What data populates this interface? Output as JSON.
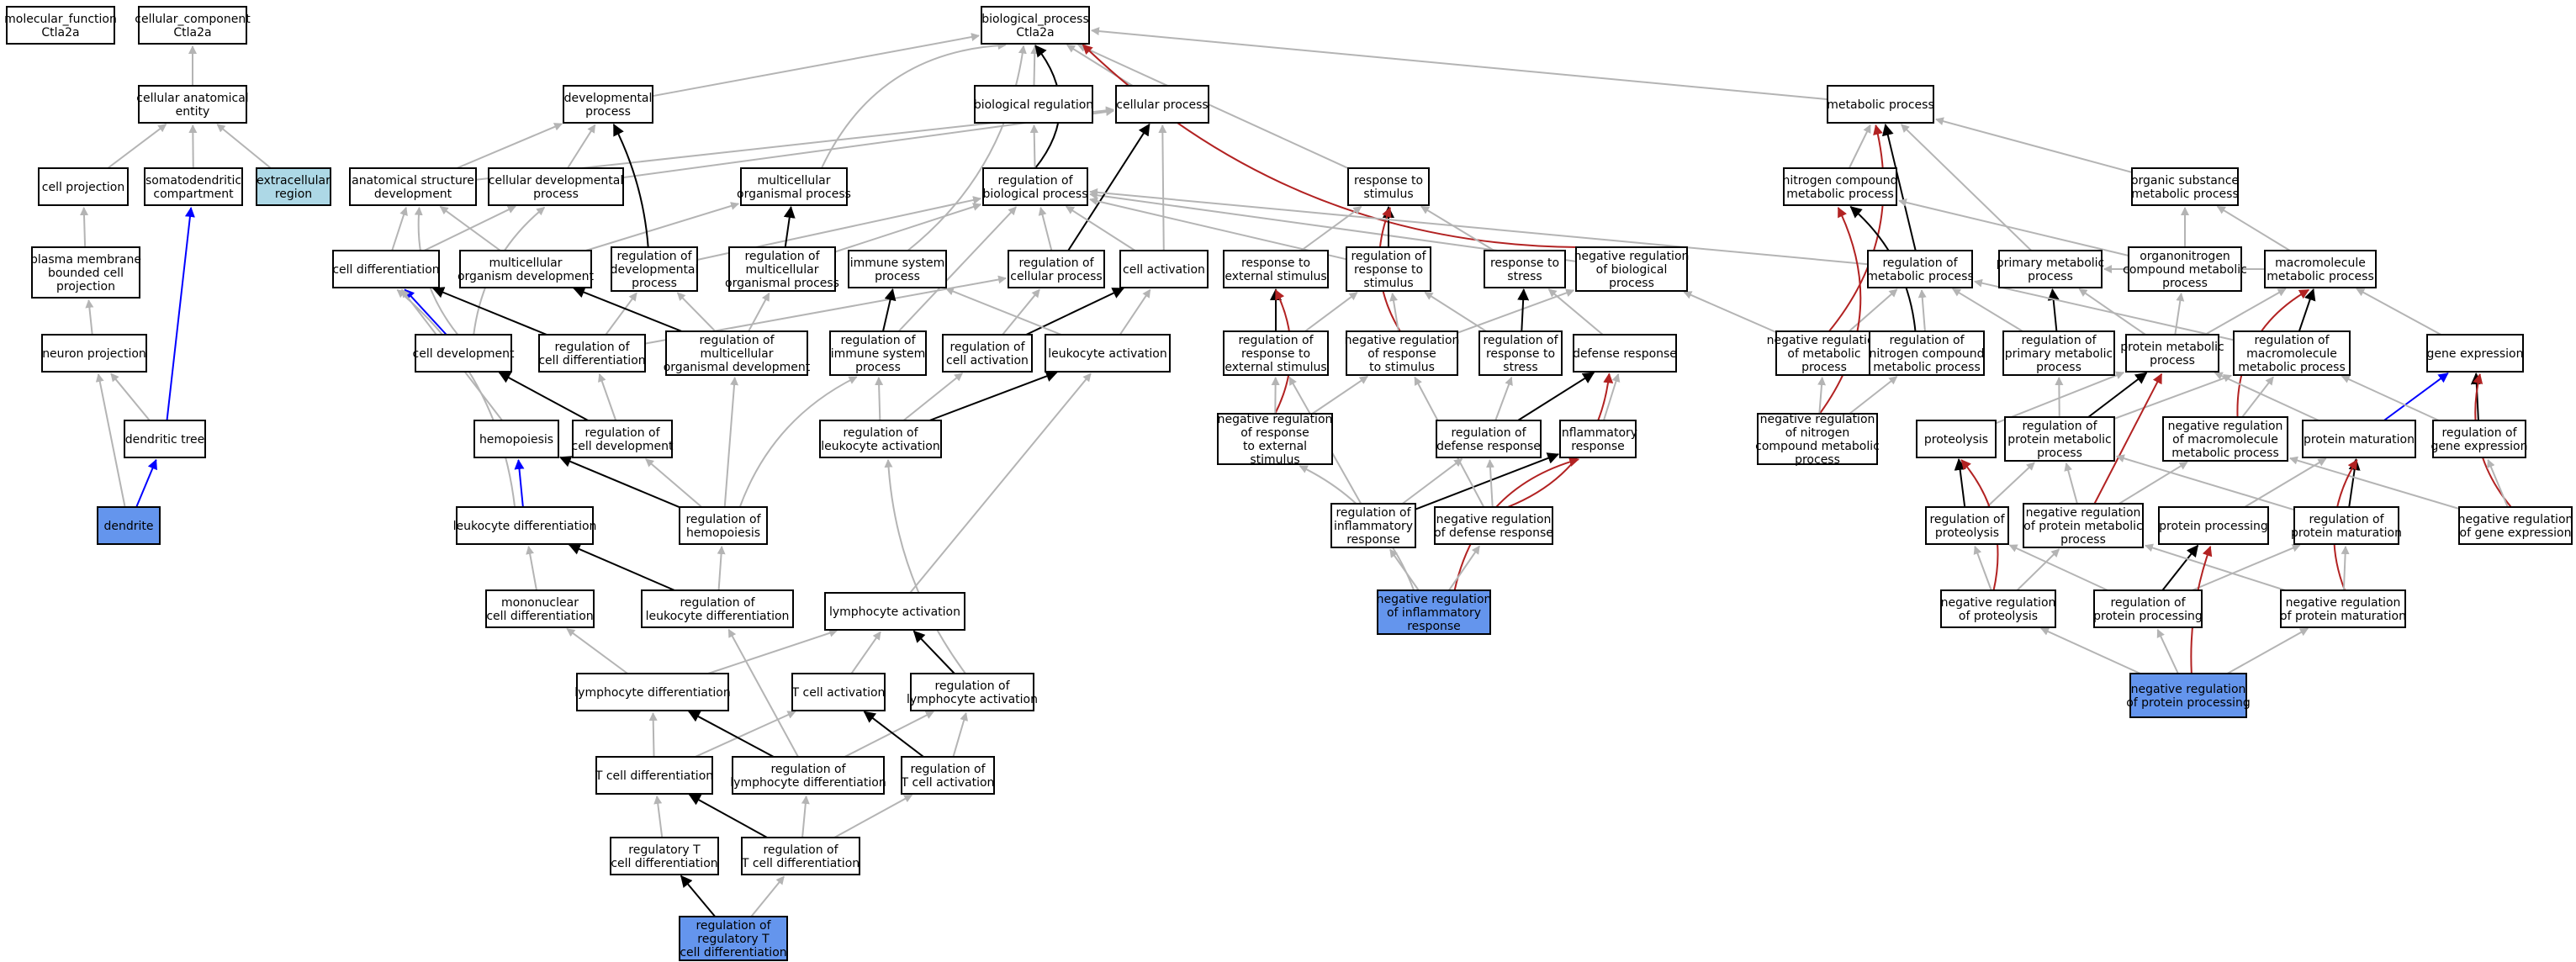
{
  "nodes": {
    "molecular_function": [
      "molecular_function",
      "Ctla2a"
    ],
    "cellular_component": [
      "cellular_component",
      "Ctla2a"
    ],
    "biological_process": [
      "biological_process",
      "Ctla2a"
    ],
    "cellular_anatomical_entity": [
      "cellular anatomical",
      "entity"
    ],
    "cell_projection": [
      "cell projection"
    ],
    "somatodendritic_compartment": [
      "somatodendritic",
      "compartment"
    ],
    "extracellular_region": [
      "extracellular",
      "region"
    ],
    "plasma_membrane_bounded_cell_projection": [
      "plasma membrane",
      "bounded cell",
      "projection"
    ],
    "neuron_projection": [
      "neuron projection"
    ],
    "dendritic_tree": [
      "dendritic tree"
    ],
    "dendrite": [
      "dendrite"
    ],
    "developmental_process": [
      "developmental",
      "process"
    ],
    "anatomical_structure_development": [
      "anatomical structure",
      "development"
    ],
    "cellular_developmental_process": [
      "cellular developmental",
      "process"
    ],
    "multicellular_organismal_process": [
      "multicellular",
      "organismal process"
    ],
    "biological_regulation": [
      "biological regulation"
    ],
    "cellular_process": [
      "cellular process"
    ],
    "regulation_of_biological_process": [
      "regulation of",
      "biological process"
    ],
    "response_to_stimulus": [
      "response to",
      "stimulus"
    ],
    "metabolic_process": [
      "metabolic process"
    ],
    "nitrogen_compound_metabolic_process": [
      "nitrogen compound",
      "metabolic process"
    ],
    "organic_substance_metabolic_process": [
      "organic substance",
      "metabolic process"
    ],
    "cell_differentiation": [
      "cell differentiation"
    ],
    "multicellular_organism_development": [
      "multicellular",
      "organism development"
    ],
    "regulation_of_developmental_process": [
      "regulation of",
      "developmental",
      "process"
    ],
    "regulation_of_multicellular_organismal_process": [
      "regulation of",
      "multicellular",
      "organismal process"
    ],
    "immune_system_process": [
      "immune system",
      "process"
    ],
    "regulation_of_cellular_process": [
      "regulation of",
      "cellular process"
    ],
    "cell_activation": [
      "cell activation"
    ],
    "response_to_external_stimulus": [
      "response to",
      "external stimulus"
    ],
    "regulation_of_response_to_stimulus": [
      "regulation of",
      "response to",
      "stimulus"
    ],
    "response_to_stress": [
      "response to",
      "stress"
    ],
    "negative_regulation_of_biological_process": [
      "negative regulation",
      "of biological",
      "process"
    ],
    "regulation_of_metabolic_process": [
      "regulation of",
      "metabolic process"
    ],
    "primary_metabolic_process": [
      "primary metabolic",
      "process"
    ],
    "organonitrogen_compound_metabolic_process": [
      "organonitrogen",
      "compound metabolic",
      "process"
    ],
    "macromolecule_metabolic_process": [
      "macromolecule",
      "metabolic process"
    ],
    "cell_development": [
      "cell development"
    ],
    "regulation_of_cell_differentiation": [
      "regulation of",
      "cell differentiation"
    ],
    "regulation_of_multicellular_organismal_development": [
      "regulation of",
      "multicellular",
      "organismal development"
    ],
    "regulation_of_immune_system_process": [
      "regulation of",
      "immune system",
      "process"
    ],
    "regulation_of_cell_activation": [
      "regulation of",
      "cell activation"
    ],
    "leukocyte_activation": [
      "leukocyte activation"
    ],
    "regulation_of_response_to_external_stimulus": [
      "regulation of",
      "response to",
      "external stimulus"
    ],
    "negative_regulation_of_response_to_stimulus": [
      "negative regulation",
      "of response",
      "to stimulus"
    ],
    "regulation_of_response_to_stress": [
      "regulation of",
      "response to",
      "stress"
    ],
    "defense_response": [
      "defense response"
    ],
    "negative_regulation_of_metabolic_process": [
      "negative regulation",
      "of metabolic",
      "process"
    ],
    "regulation_of_nitrogen_compound_metabolic_process": [
      "regulation of",
      "nitrogen compound",
      "metabolic process"
    ],
    "regulation_of_primary_metabolic_process": [
      "regulation of",
      "primary metabolic",
      "process"
    ],
    "protein_metabolic_process": [
      "protein metabolic",
      "process"
    ],
    "regulation_of_macromolecule_metabolic_process": [
      "regulation of",
      "macromolecule",
      "metabolic process"
    ],
    "gene_expression": [
      "gene expression"
    ],
    "hemopoiesis": [
      "hemopoiesis"
    ],
    "regulation_of_cell_development": [
      "regulation of",
      "cell development"
    ],
    "regulation_of_leukocyte_activation": [
      "regulation of",
      "leukocyte activation"
    ],
    "negative_regulation_of_response_to_external_stimulus": [
      "negative regulation",
      "of response",
      "to external",
      "stimulus"
    ],
    "regulation_of_defense_response": [
      "regulation of",
      "defense response"
    ],
    "inflammatory_response": [
      "inflammatory",
      "response"
    ],
    "negative_regulation_of_nitrogen_compound_metabolic_process": [
      "negative regulation",
      "of nitrogen",
      "compound metabolic",
      "process"
    ],
    "proteolysis": [
      "proteolysis"
    ],
    "regulation_of_protein_metabolic_process": [
      "regulation of",
      "protein metabolic",
      "process"
    ],
    "negative_regulation_of_macromolecule_metabolic_process": [
      "negative regulation",
      "of macromolecule",
      "metabolic process"
    ],
    "protein_maturation": [
      "protein maturation"
    ],
    "regulation_of_gene_expression": [
      "regulation of",
      "gene expression"
    ],
    "leukocyte_differentiation": [
      "leukocyte differentiation"
    ],
    "regulation_of_hemopoiesis": [
      "regulation of",
      "hemopoiesis"
    ],
    "regulation_of_inflammatory_response": [
      "regulation of",
      "inflammatory",
      "response"
    ],
    "negative_regulation_of_defense_response": [
      "negative regulation",
      "of defense response"
    ],
    "regulation_of_proteolysis": [
      "regulation of",
      "proteolysis"
    ],
    "negative_regulation_of_protein_metabolic_process": [
      "negative regulation",
      "of protein metabolic",
      "process"
    ],
    "protein_processing": [
      "protein processing"
    ],
    "regulation_of_protein_maturation": [
      "regulation of",
      "protein maturation"
    ],
    "negative_regulation_of_gene_expression": [
      "negative regulation",
      "of gene expression"
    ],
    "mononuclear_cell_differentiation": [
      "mononuclear",
      "cell differentiation"
    ],
    "regulation_of_leukocyte_differentiation": [
      "regulation of",
      "leukocyte differentiation"
    ],
    "negative_regulation_of_inflammatory_response": [
      "negative regulation",
      "of inflammatory",
      "response"
    ],
    "negative_regulation_of_proteolysis": [
      "negative regulation",
      "of proteolysis"
    ],
    "regulation_of_protein_processing": [
      "regulation of",
      "protein processing"
    ],
    "negative_regulation_of_protein_maturation": [
      "negative regulation",
      "of protein maturation"
    ],
    "lymphocyte_activation": [
      "lymphocyte activation"
    ],
    "lymphocyte_differentiation": [
      "lymphocyte differentiation"
    ],
    "t_cell_activation": [
      "T cell activation"
    ],
    "regulation_of_lymphocyte_activation": [
      "regulation of",
      "lymphocyte activation"
    ],
    "negative_regulation_of_protein_processing": [
      "negative regulation",
      "of protein processing"
    ],
    "t_cell_differentiation": [
      "T cell differentiation"
    ],
    "regulation_of_lymphocyte_differentiation": [
      "regulation of",
      "lymphocyte differentiation"
    ],
    "regulation_of_t_cell_activation": [
      "regulation of",
      "T cell activation"
    ],
    "regulatory_t_cell_differentiation": [
      "regulatory T",
      "cell differentiation"
    ],
    "regulation_of_t_cell_differentiation": [
      "regulation of",
      "T cell differentiation"
    ],
    "regulation_of_regulatory_t_cell_differentiation": [
      "regulation of",
      "regulatory T",
      "cell differentiation"
    ]
  },
  "edge_colors": {
    "is_a": "#b4b4b4",
    "part_of": "#0000ff",
    "regulates": "#000000",
    "negatively_regulates": "#b22222"
  },
  "highlight_colors": {
    "annotated": "#6495ed",
    "cellular_component_annotated": "#add8e6"
  }
}
